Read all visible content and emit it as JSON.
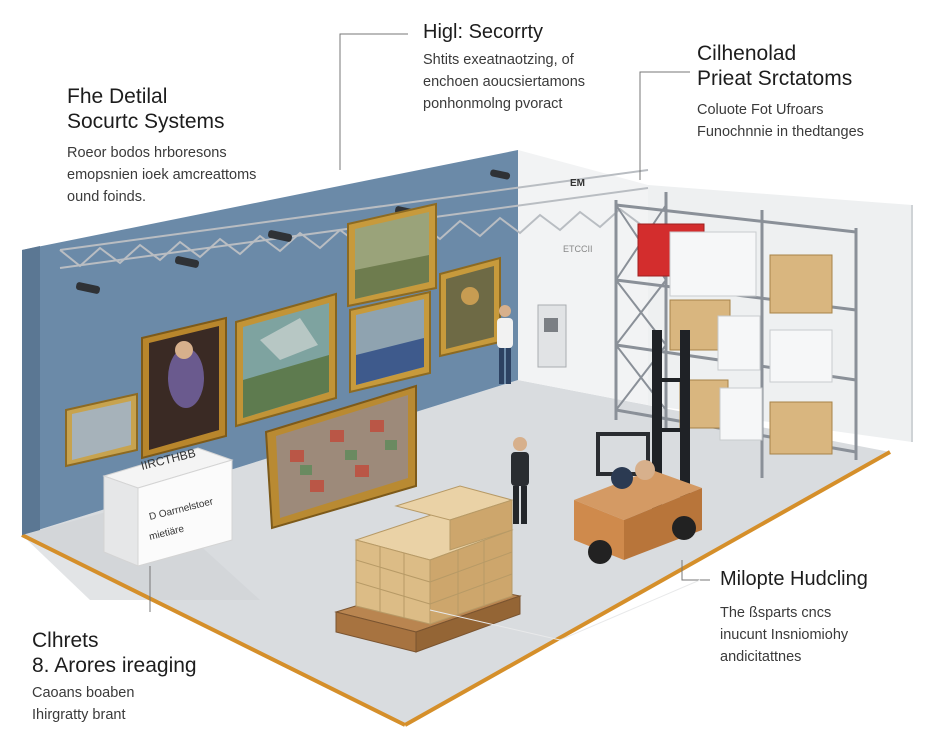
{
  "colors": {
    "wall": "#6b8aa8",
    "floor": "#d9dcdf",
    "accent_trim": "#d58f2a",
    "frame_gold": "#b8862c",
    "forklift": "#cf8a4c",
    "rack_red": "#d32d2d",
    "rack_steel": "#8a9098",
    "crate_wood": "#d9b67f",
    "leader_line": "#777777"
  },
  "icons": [
    "forklift-icon",
    "person-icon",
    "pallet-icon",
    "painting-icon",
    "rack-icon",
    "track-light-icon"
  ],
  "callouts": {
    "detail": {
      "title_lines": [
        "Fhe Detilal",
        "Socurtc Systems"
      ],
      "body_lines": [
        "Roeor bodos hrboresons",
        "emopsnien ioek amcreattoms",
        "ound foinds."
      ]
    },
    "security": {
      "title": "Higl: Secorrty",
      "body_lines": [
        "Shtits exeatnaotzing, of",
        "enchoen aoucsiertamons",
        "ponhonmolng pvoract"
      ]
    },
    "private": {
      "title_lines": [
        "Cilhenolad",
        "Prieat Srctatoms"
      ],
      "body_lines": [
        "Coluote Fot Ufroars",
        "Funochnnie in thedtanges"
      ]
    },
    "handling": {
      "title": "Milopte Hudcling",
      "body_lines": [
        "The ßsparts cncs",
        "inucunt Insniomiohy",
        "andicitattnes"
      ]
    },
    "crates": {
      "title_lines": [
        "Clhrets",
        "8. Arores ireaging"
      ],
      "body_lines": [
        "Caoans boaben",
        "Ihirgratty brant"
      ]
    }
  },
  "scene": {
    "crate_label": [
      "IIRCTHBB",
      "D Oarrnelstoer",
      "mietiäre"
    ],
    "wall_sign": "EM",
    "door_sign": "ETCCII"
  }
}
